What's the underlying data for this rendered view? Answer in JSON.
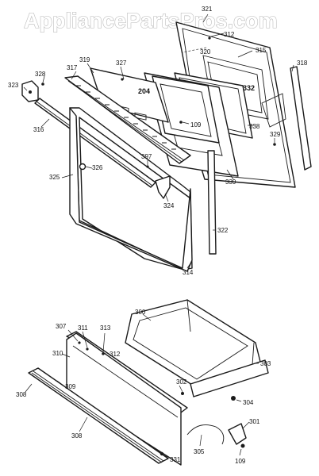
{
  "watermark": "AppliancePartsPros.com",
  "callouts": {
    "c321": "321",
    "c312a": "312",
    "c315": "315",
    "c318": "318",
    "c319": "319",
    "c327": "327",
    "c320": "320",
    "c317": "317",
    "c328": "328",
    "c323": "323",
    "c204": "204",
    "c332": "332",
    "c109a": "109",
    "c338": "338",
    "c329": "329",
    "c316": "316",
    "c397": "397",
    "c326": "326",
    "c325": "325",
    "c339": "339",
    "c324": "324",
    "c322": "322",
    "c314": "314",
    "c300": "300",
    "c307": "307",
    "c311": "311",
    "c313": "313",
    "c312b": "312",
    "c310": "310",
    "c309": "309",
    "c303": "303",
    "c302": "302",
    "c304": "304",
    "c308a": "308",
    "c308b": "308",
    "c301": "301",
    "c305": "305",
    "c109b": "109",
    "c331": "331"
  }
}
